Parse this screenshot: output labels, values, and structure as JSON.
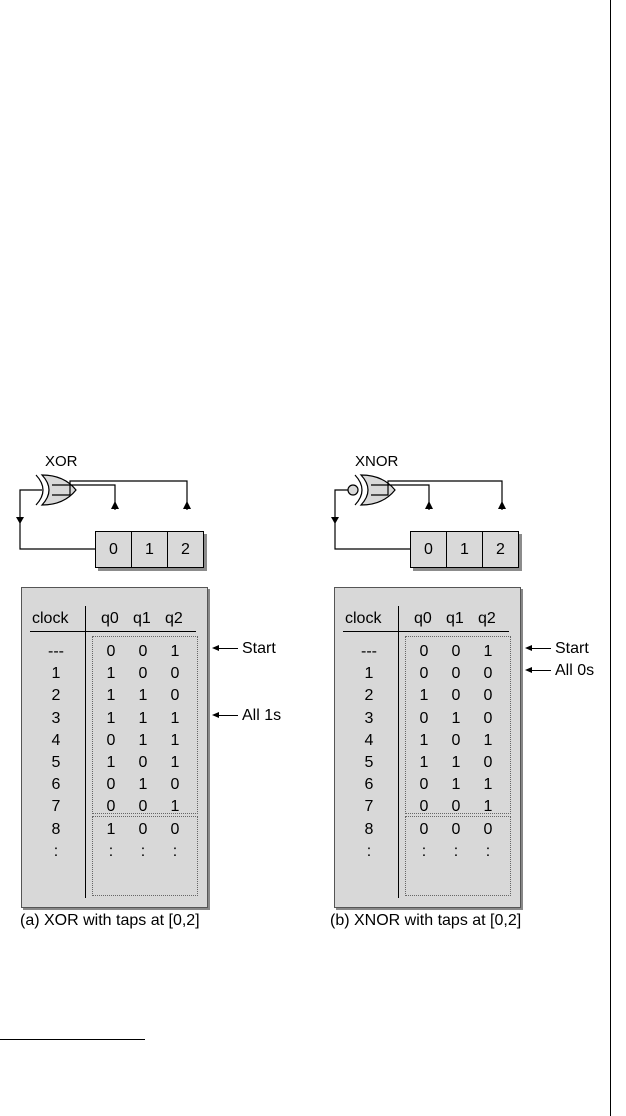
{
  "figures": [
    {
      "gate_label": "XOR",
      "gate_type": "xor",
      "register_cells": [
        "0",
        "1",
        "2"
      ],
      "table_headers": {
        "clock": "clock",
        "q0": "q0",
        "q1": "q1",
        "q2": "q2"
      },
      "rows": [
        {
          "clock": "---",
          "q0": "0",
          "q1": "0",
          "q2": "1"
        },
        {
          "clock": "1",
          "q0": "1",
          "q1": "0",
          "q2": "0"
        },
        {
          "clock": "2",
          "q0": "1",
          "q1": "1",
          "q2": "0"
        },
        {
          "clock": "3",
          "q0": "1",
          "q1": "1",
          "q2": "1"
        },
        {
          "clock": "4",
          "q0": "0",
          "q1": "1",
          "q2": "1"
        },
        {
          "clock": "5",
          "q0": "1",
          "q1": "0",
          "q2": "1"
        },
        {
          "clock": "6",
          "q0": "0",
          "q1": "1",
          "q2": "0"
        },
        {
          "clock": "7",
          "q0": "0",
          "q1": "0",
          "q2": "1"
        },
        {
          "clock": "8",
          "q0": "1",
          "q1": "0",
          "q2": "0"
        },
        {
          "clock": ":",
          "q0": ":",
          "q1": ":",
          "q2": ":"
        }
      ],
      "annotations": [
        {
          "text": "Start",
          "row": 0
        },
        {
          "text": "All 1s",
          "row": 3
        }
      ],
      "caption": "(a) XOR with taps at [0,2]"
    },
    {
      "gate_label": "XNOR",
      "gate_type": "xnor",
      "register_cells": [
        "0",
        "1",
        "2"
      ],
      "table_headers": {
        "clock": "clock",
        "q0": "q0",
        "q1": "q1",
        "q2": "q2"
      },
      "rows": [
        {
          "clock": "---",
          "q0": "0",
          "q1": "0",
          "q2": "1"
        },
        {
          "clock": "1",
          "q0": "0",
          "q1": "0",
          "q2": "0"
        },
        {
          "clock": "2",
          "q0": "1",
          "q1": "0",
          "q2": "0"
        },
        {
          "clock": "3",
          "q0": "0",
          "q1": "1",
          "q2": "0"
        },
        {
          "clock": "4",
          "q0": "1",
          "q1": "0",
          "q2": "1"
        },
        {
          "clock": "5",
          "q0": "1",
          "q1": "1",
          "q2": "0"
        },
        {
          "clock": "6",
          "q0": "0",
          "q1": "1",
          "q2": "1"
        },
        {
          "clock": "7",
          "q0": "0",
          "q1": "0",
          "q2": "1"
        },
        {
          "clock": "8",
          "q0": "0",
          "q1": "0",
          "q2": "0"
        },
        {
          "clock": ":",
          "q0": ":",
          "q1": ":",
          "q2": ":"
        }
      ],
      "annotations": [
        {
          "text": "Start",
          "row": 0
        },
        {
          "text": "All 0s",
          "row": 1
        }
      ],
      "caption": "(b) XNOR with taps at [0,2]"
    }
  ]
}
